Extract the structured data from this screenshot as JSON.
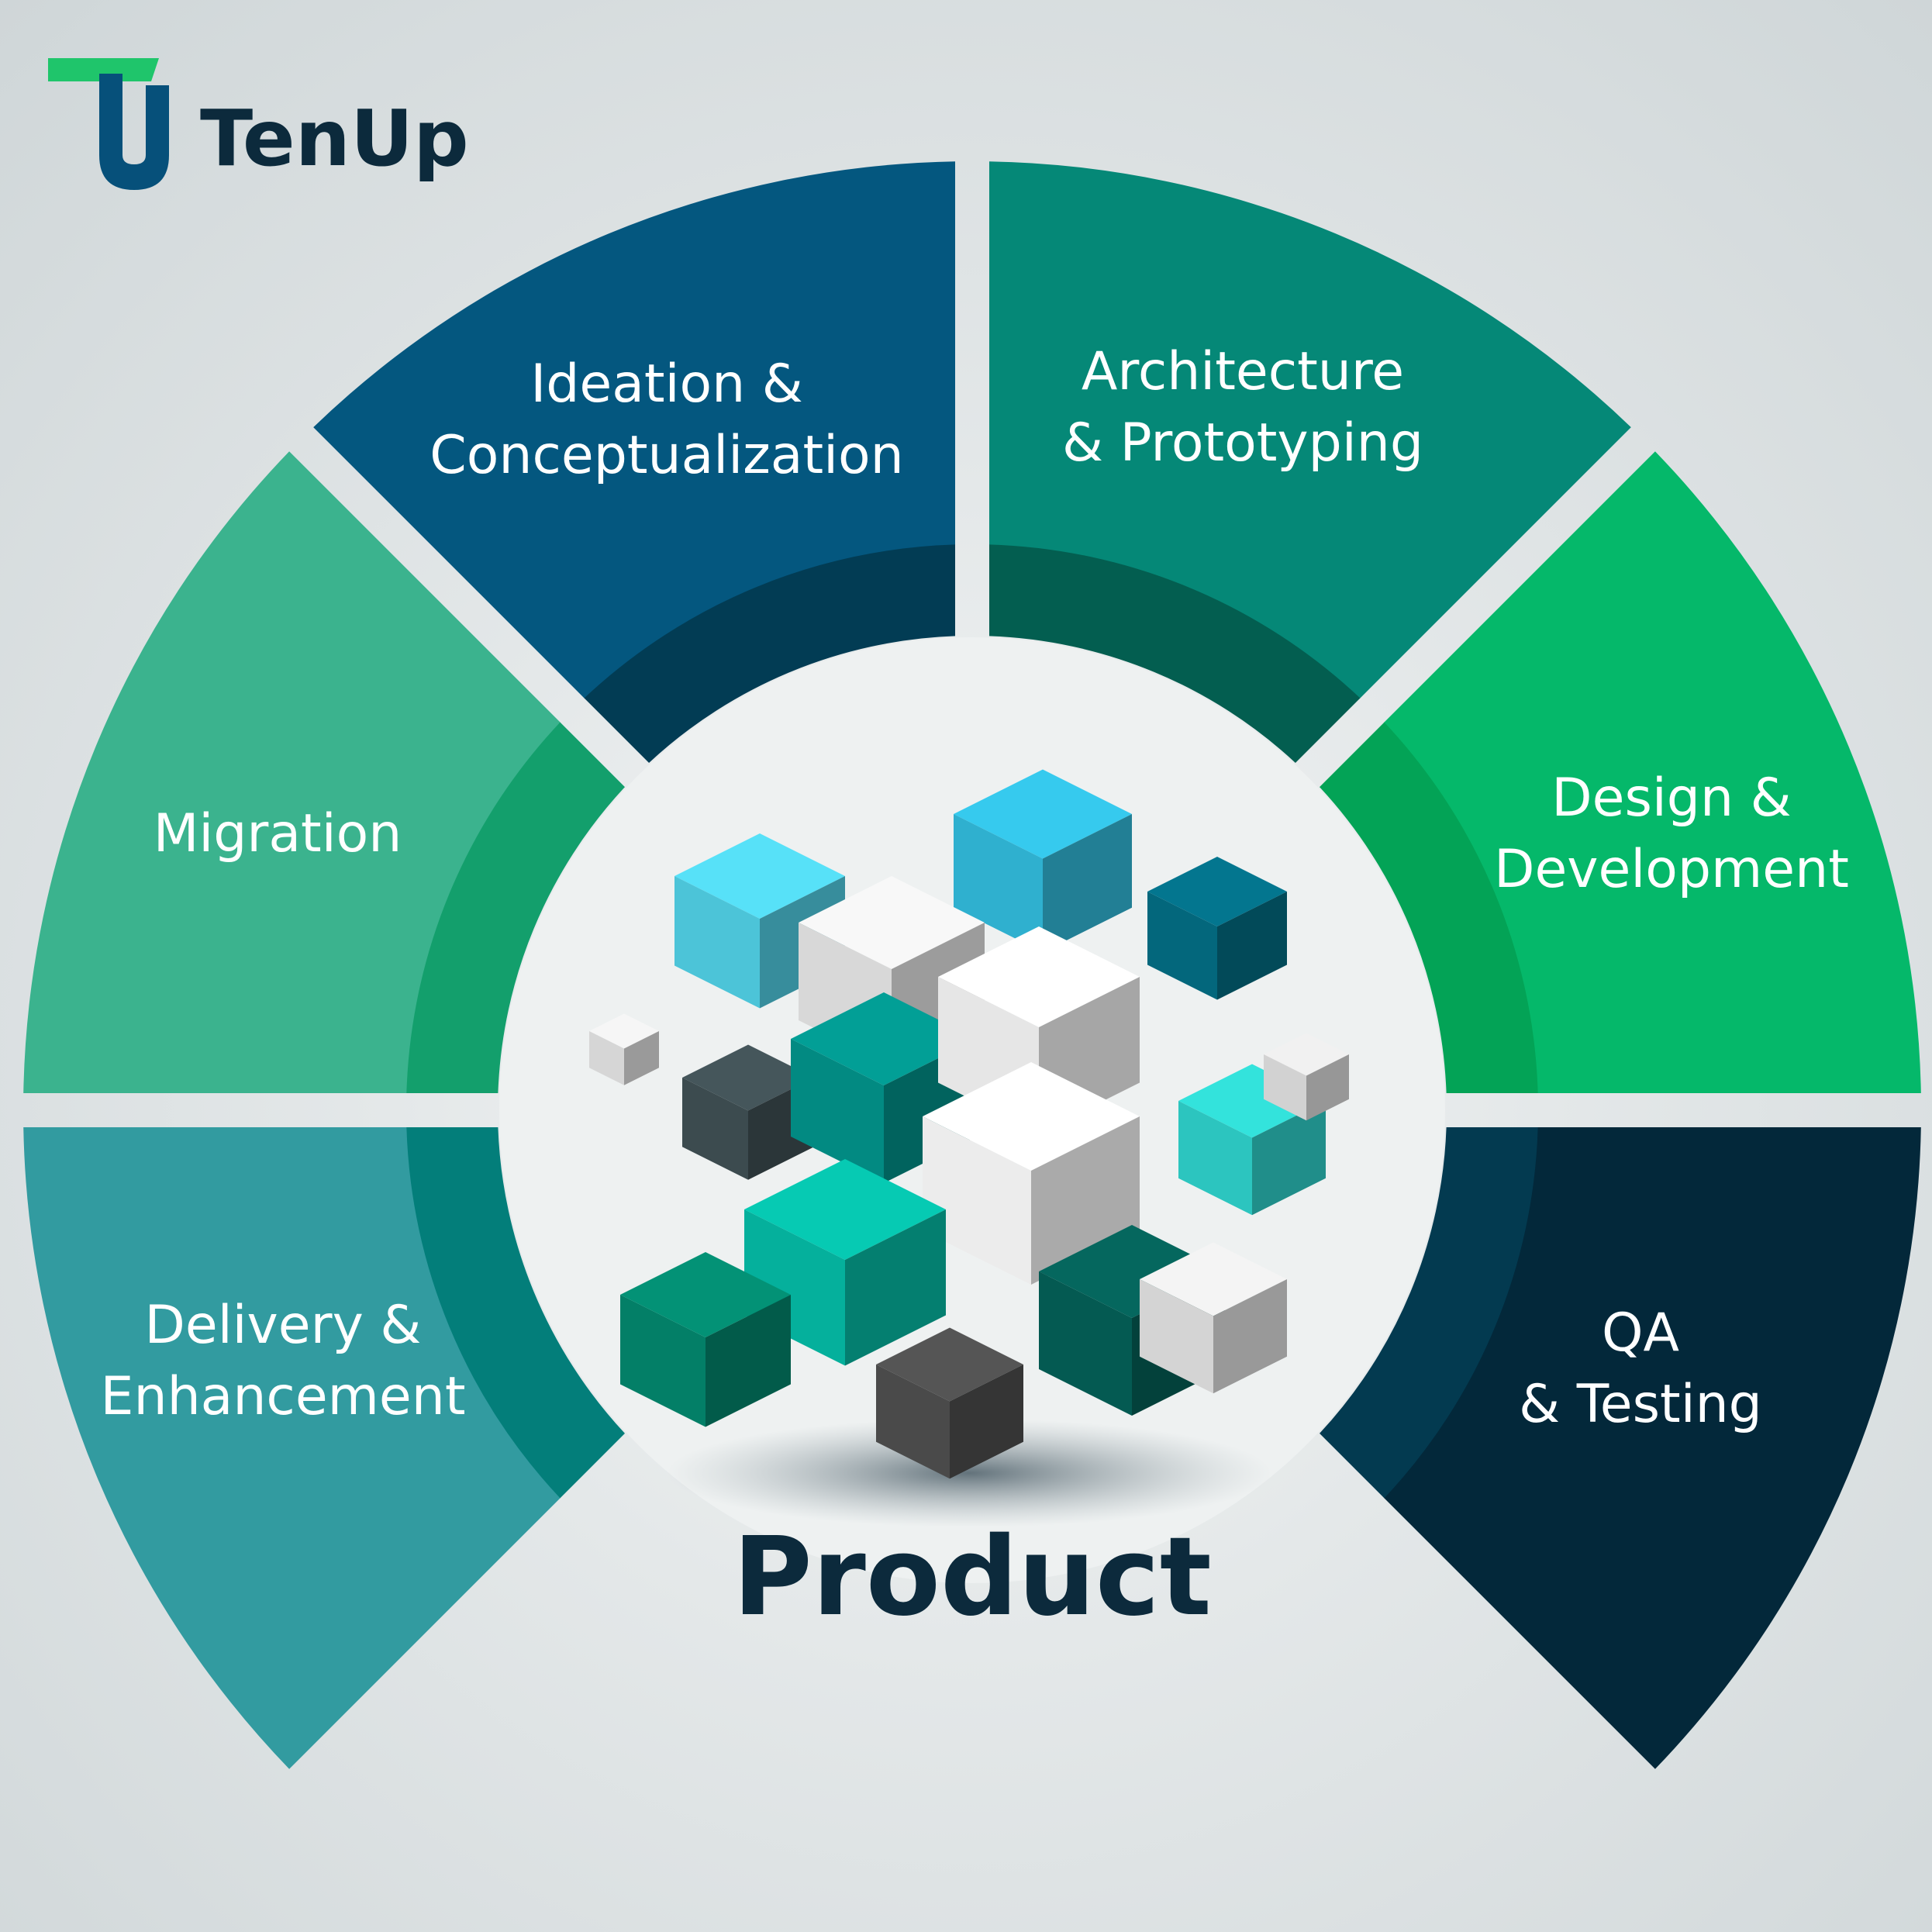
{
  "brand": {
    "name": "TenUp",
    "colors": {
      "green": "#1fc56b",
      "blue": "#06507a",
      "text": "#0c2a3c"
    }
  },
  "center": {
    "label": "Product",
    "icon": "cubes-icon",
    "label_color": "#0c2a3c"
  },
  "stages": [
    {
      "id": "ideation",
      "lines": [
        "Ideation &",
        "Conceptualization"
      ],
      "color": "#04577f",
      "inner": "#023c54"
    },
    {
      "id": "architecture",
      "lines": [
        "Architecture",
        "& Prototyping"
      ],
      "color": "#058877",
      "inner": "#035e50"
    },
    {
      "id": "design",
      "lines": [
        "Design &",
        "Development"
      ],
      "color": "#05b86a",
      "inner": "#03a356"
    },
    {
      "id": "qa",
      "lines": [
        "QA",
        "& Testing"
      ],
      "color": "#03283a",
      "inner": "#033a50"
    },
    {
      "id": "delivery",
      "lines": [
        "Delivery &",
        "Enhancement"
      ],
      "color": "#329ba0",
      "inner": "#037e7a"
    },
    {
      "id": "migration",
      "lines": [
        "Migration"
      ],
      "color": "#3bb38e",
      "inner": "#139f6c"
    }
  ]
}
